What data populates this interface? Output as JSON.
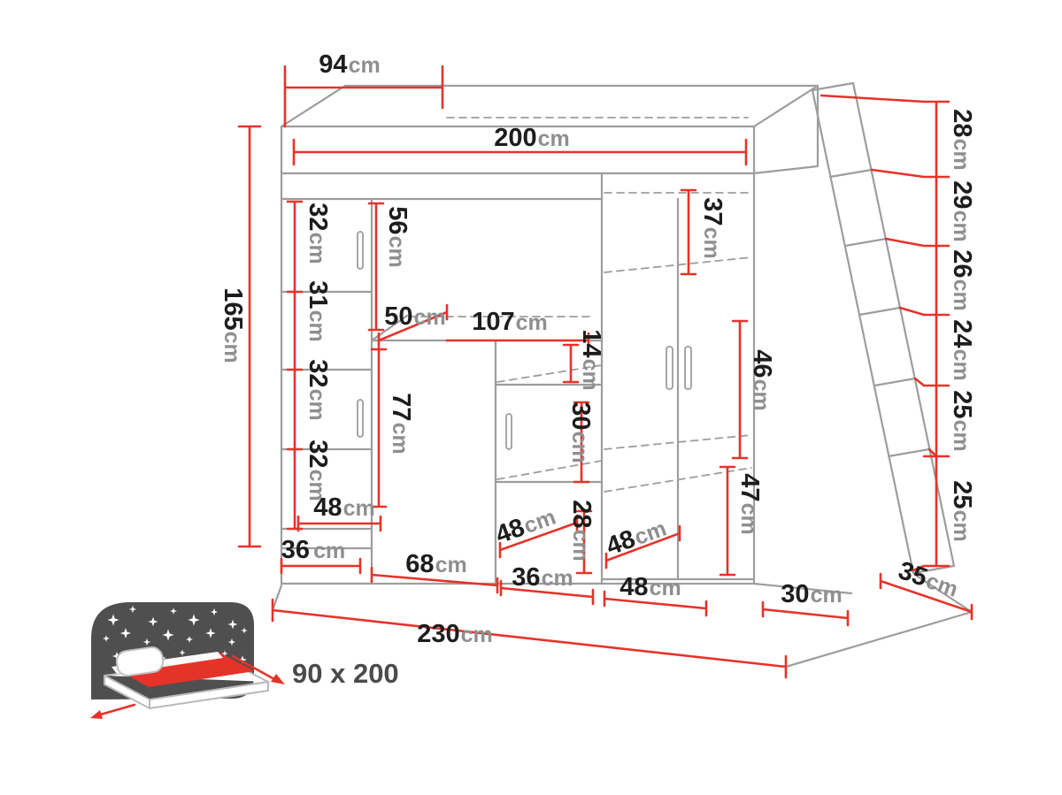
{
  "diagram_type": "furniture-dimension-diagram",
  "subject": "loft-bed-with-wardrobe-desk-and-ladder",
  "unit": "cm",
  "colors": {
    "outline": "#9d9d9d",
    "dimension": "#e5332a",
    "number": "#1d1d1b",
    "unit": "#8f8f8f",
    "night": "#4f4f4f"
  },
  "bed_size_label": {
    "text": "90 x 200"
  },
  "dims": {
    "d94": {
      "n": "94",
      "u": "cm"
    },
    "d200": {
      "n": "200",
      "u": "cm"
    },
    "d165": {
      "n": "165",
      "u": "cm"
    },
    "d32a": {
      "n": "32",
      "u": "cm"
    },
    "d31": {
      "n": "31",
      "u": "cm"
    },
    "d32b": {
      "n": "32",
      "u": "cm"
    },
    "d32c": {
      "n": "32",
      "u": "cm"
    },
    "d56": {
      "n": "56",
      "u": "cm"
    },
    "d50": {
      "n": "50",
      "u": "cm"
    },
    "d107": {
      "n": "107",
      "u": "cm"
    },
    "d37": {
      "n": "37",
      "u": "cm"
    },
    "d14": {
      "n": "14",
      "u": "cm"
    },
    "d77": {
      "n": "77",
      "u": "cm"
    },
    "d30a": {
      "n": "30",
      "u": "cm"
    },
    "d46": {
      "n": "46",
      "u": "cm"
    },
    "d47": {
      "n": "47",
      "u": "cm"
    },
    "d48a": {
      "n": "48",
      "u": "cm"
    },
    "d36a": {
      "n": "36",
      "u": "cm"
    },
    "d68": {
      "n": "68",
      "u": "cm"
    },
    "d48b": {
      "n": "48",
      "u": "cm"
    },
    "d28a": {
      "n": "28",
      "u": "cm"
    },
    "d36b": {
      "n": "36",
      "u": "cm"
    },
    "d48c": {
      "n": "48",
      "u": "cm"
    },
    "d48d": {
      "n": "48",
      "u": "cm"
    },
    "d30b": {
      "n": "30",
      "u": "cm"
    },
    "d35": {
      "n": "35",
      "u": "cm"
    },
    "d230": {
      "n": "230",
      "u": "cm"
    },
    "d28b": {
      "n": "28",
      "u": "cm"
    },
    "d29": {
      "n": "29",
      "u": "cm"
    },
    "d26": {
      "n": "26",
      "u": "cm"
    },
    "d24": {
      "n": "24",
      "u": "cm"
    },
    "d25a": {
      "n": "25",
      "u": "cm"
    },
    "d25b": {
      "n": "25",
      "u": "cm"
    }
  }
}
